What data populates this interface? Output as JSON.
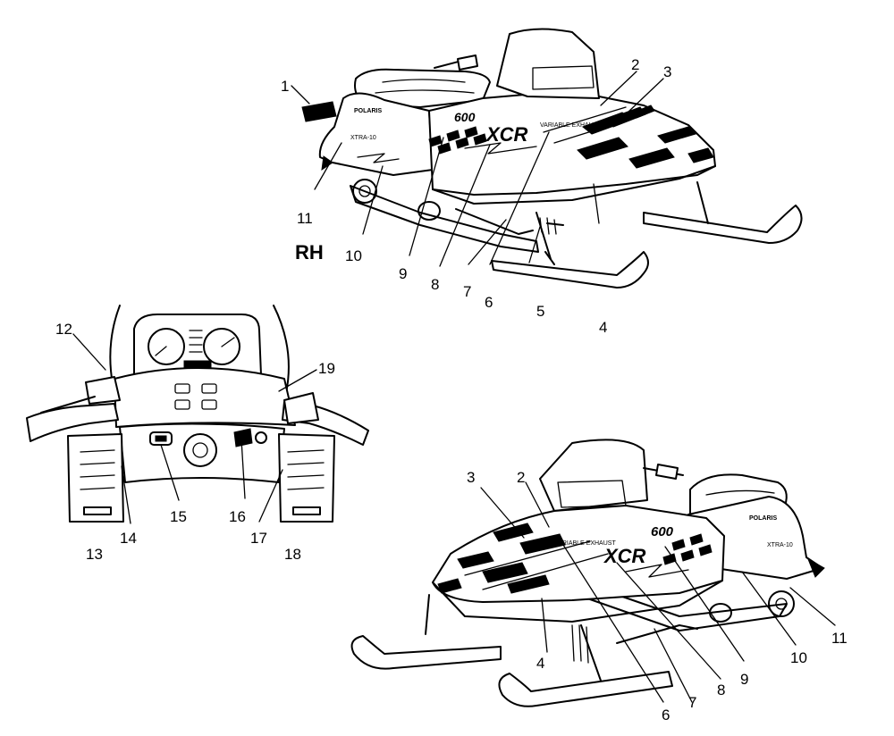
{
  "figure": {
    "side_label": "RH"
  },
  "decals": {
    "model_number": "600",
    "model_name": "XCR",
    "brand": "POLARIS",
    "suspension": "XTRA-10",
    "small_line": "VARIABLE EXHAUST"
  },
  "callouts": {
    "top": [
      "1",
      "2",
      "3",
      "4",
      "5",
      "6",
      "7",
      "8",
      "9",
      "10",
      "11"
    ],
    "console": [
      "12",
      "13",
      "14",
      "15",
      "16",
      "17",
      "18",
      "19"
    ],
    "bottom": [
      "2",
      "3",
      "4",
      "6",
      "7",
      "8",
      "9",
      "10",
      "11"
    ]
  }
}
